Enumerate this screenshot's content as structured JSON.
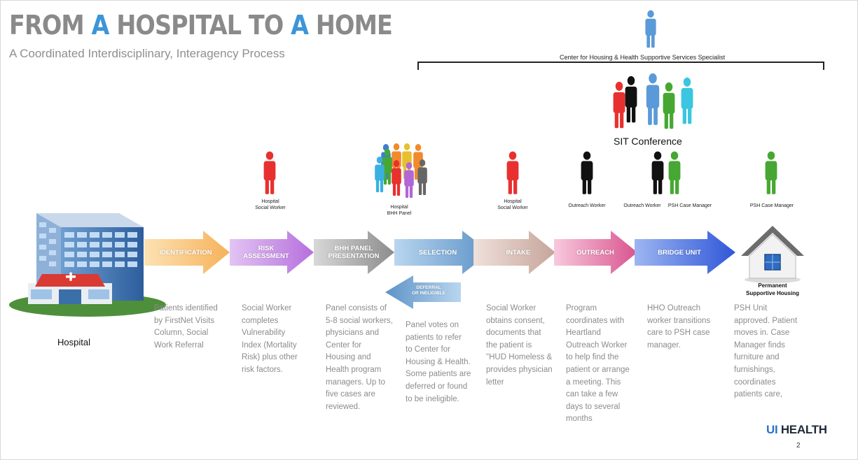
{
  "title": {
    "part1": "FROM ",
    "a1": "A",
    "part2": " HOSPITAL TO ",
    "a2": "A",
    "part3": " HOME"
  },
  "subtitle": "A Coordinated Interdisciplinary, Interagency Process",
  "colors": {
    "accent": "#3d95d8",
    "title_gray": "#8a8a8a",
    "desc_gray": "#8c8c8c"
  },
  "specialist_label": "Center for Housing & Health Supportive Services Specialist",
  "sit_label": "SIT Conference",
  "roles": {
    "risk_social_worker": "Hospital\nSocial Worker",
    "bhh_panel": "Hospital\nBHH Panel",
    "intake_social_worker": "Hospital\nSocial Worker",
    "outreach_worker_1": "Outreach Worker",
    "outreach_worker_2": "Outreach Worker",
    "psh_case_manager_1": "PSH Case Manager",
    "psh_case_manager_2": "PSH Case Manager"
  },
  "steps": {
    "identification": "IDENTIFICATION",
    "risk": "RISK\nASSESSMENT",
    "bhh": "BHH PANEL\nPRESENTATION",
    "selection": "SELECTION",
    "deferral": "DEFERRAL\nOR INELIGIBLE",
    "intake": "INTAKE",
    "outreach": "OUTREACH",
    "bridge": "BRIDGE UNIT"
  },
  "hospital_label": "Hospital",
  "psh_label": "Permanent\nSupportive Housing",
  "descriptions": {
    "identification": "Patients identified\nby  FirstNet Visits\nColumn, Social\nWork Referral",
    "risk": "Social Worker\ncompletes\nVulnerability\nIndex (Mortality\nRisk) plus other\nrisk factors.",
    "bhh": "Panel consists of\n5-8 social workers,\nphysicians and\nCenter for\nHousing and\nHealth program\nmanagers.  Up to\nfive cases are\nreviewed.",
    "selection": "Panel votes on\npatients to refer\nto Center for\nHousing & Health.\nSome patients are\ndeferred or found\nto be ineligible.",
    "intake": "Social Worker\nobtains consent,\ndocuments that\nthe patient is\n\"HUD Homeless &\nprovides physician\nletter",
    "outreach": "Program\ncoordinates with\nHeartland\nOutreach Worker\nto help find the\npatient or arrange\na meeting. This\ncan take a few\ndays to several\nmonths",
    "bridge": "HHO Outreach\nworker transitions\ncare to PSH case\nmanager.",
    "psh": "PSH Unit\napproved.  Patient\nmoves in.  Case\nManager finds\nfurniture and\nfurnishings,\ncoordinates\npatients care,"
  },
  "logo": {
    "ui": "UI",
    "health": " HEALTH"
  },
  "page_number": "2"
}
